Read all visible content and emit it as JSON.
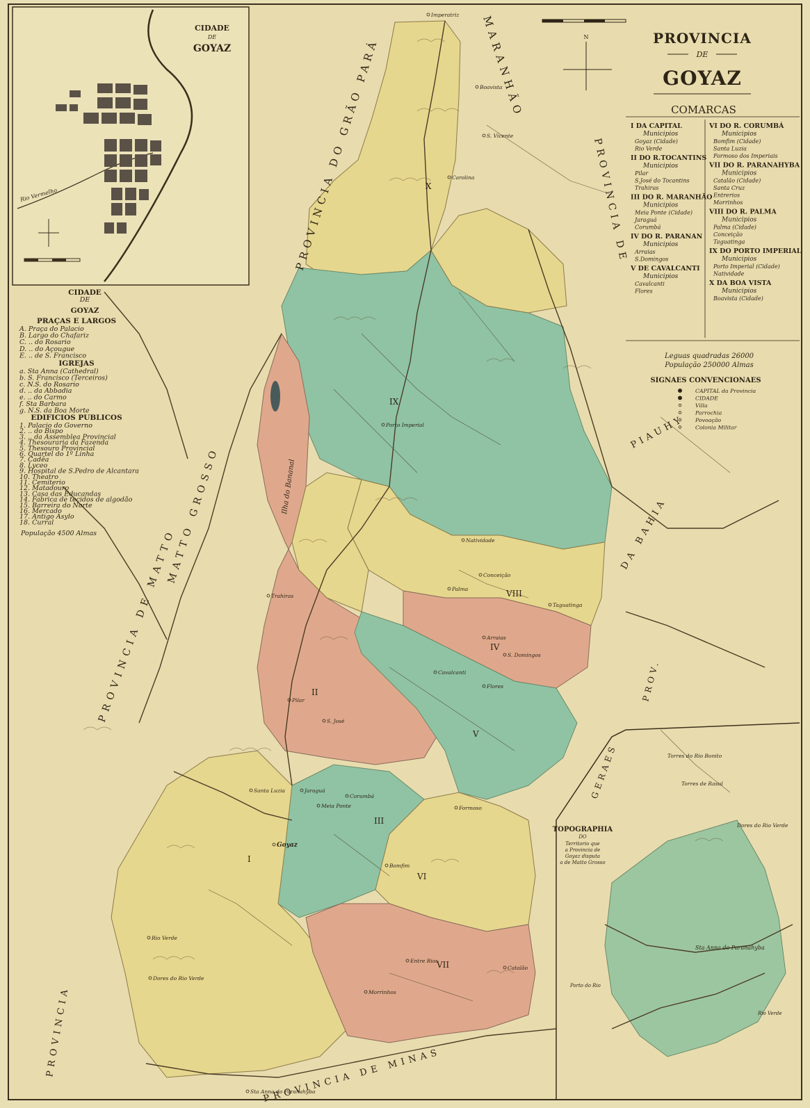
{
  "title": {
    "line1": "PROVINCIA",
    "line2": "DE",
    "line3": "GOYAZ"
  },
  "comarcas": {
    "heading": "COMARCAS",
    "left": [
      {
        "name": "I DA CAPITAL",
        "sub": "Municipios",
        "items": [
          "Goyaz (Cidade)",
          "Rio Verde"
        ]
      },
      {
        "name": "II DO R.TOCANTINS",
        "sub": "Municipios",
        "items": [
          "Pilar",
          "S.José do Tocantins",
          "Trahiras"
        ]
      },
      {
        "name": "III DO R. MARANHÃO",
        "sub": "Municipios",
        "items": [
          "Meia Ponte (Cidade)",
          "Jaraguá",
          "Corumbá"
        ]
      },
      {
        "name": "IV DO R. PARANAN",
        "sub": "Municipios",
        "items": [
          "Arraias",
          "S.Domingos"
        ]
      },
      {
        "name": "V DE CAVALCANTI",
        "sub": "Municipios",
        "items": [
          "Cavalcanti",
          "Flores"
        ]
      }
    ],
    "right": [
      {
        "name": "VI DO R. CORUMBÁ",
        "sub": "Municipios",
        "items": [
          "Bomfim (Cidade)",
          "Santa Luzia",
          "Formoso dos Imperiais"
        ]
      },
      {
        "name": "VII DO R. PARANAHYBA",
        "sub": "Municipios",
        "items": [
          "Catalão (Cidade)",
          "Santa Cruz",
          "Entrerios",
          "Morrinhos"
        ]
      },
      {
        "name": "VIII DO R. PALMA",
        "sub": "Municipios",
        "items": [
          "Palma (Cidade)",
          "Conceição",
          "Taguatinga"
        ]
      },
      {
        "name": "IX DO PORTO IMPERIAL",
        "sub": "Municipios",
        "items": [
          "Porto Imperial (Cidade)",
          "Natividade"
        ]
      },
      {
        "name": "X DA BOA VISTA",
        "sub": "Municipios",
        "items": [
          "Boavista (Cidade)"
        ]
      }
    ]
  },
  "stats": {
    "area": "Leguas quadradas 26000",
    "population": "População 250000 Almas"
  },
  "signs": {
    "heading": "SIGNAES CONVENCIONAES",
    "items": [
      "CAPITAL da Provincia",
      "CIDADE",
      "Villa",
      "Parrochia",
      "Povoação",
      "Colonia Militar"
    ]
  },
  "city_inset": {
    "title_top": "CIDADE",
    "title_mid": "DE",
    "title_bottom": "GOYAZ",
    "river_label": "Rio Vermelho"
  },
  "city_legend": {
    "title1": "CIDADE",
    "title2": "DE",
    "title3": "GOYAZ",
    "sec1": "PRAÇAS E LARGOS",
    "sec1_items": [
      "A. Praça do Palacio",
      "B. Largo do Chafariz",
      "C. .. do Rosario",
      "D. .. do Açougue",
      "E. .. de S. Francisco"
    ],
    "sec2": "IGREJAS",
    "sec2_items": [
      "a. Sta Anna (Cathedral)",
      "b. S. Francisco (Terceiros)",
      "c. N.S. do Rosario",
      "d. .. da Abbadia",
      "e. .. do Carmo",
      "f. Sta Barbara",
      "g. N.S. da Boa Morte"
    ],
    "sec3": "EDIFICIOS PUBLICOS",
    "sec3_items": [
      "1. Palacio do Governo",
      "2. .. do Bispo",
      "3. .. da Assemblea Provincial",
      "4. Thesouraria da Fazenda",
      "5. Thesouro Provincial",
      "6. Quartel do 1º Linha",
      "7. Cadêa",
      "8. Lyceo",
      "9. Hospital de S.Pedro de Alcantara",
      "10. Theatro",
      "11. Cemiterio",
      "12. Matadouro",
      "13. Casa das Educandas",
      "14. Fabrica de tecidos de algodão",
      "15. Barreira do Norte",
      "16. Mercado",
      "17. Antigo Asylo",
      "18. Curral"
    ],
    "population": "População 4500 Almas"
  },
  "topo_inset": {
    "title": "TOPOGRAPHIA",
    "sub1": "DO",
    "sub2": "Territorio que",
    "sub3": "a Provincia de",
    "sub4": "Goyaz disputa",
    "sub5": "a de Matto Grosso",
    "places": [
      "Torres do Rio Bonito",
      "Torres de Rasul",
      "Dores do Rio Verde",
      "Sta Anna do Paranahyba",
      "Porto do Rio",
      "Rio Verde"
    ]
  },
  "region_labels": [
    "PROVINCIA DO GRÃO PARÁ",
    "MARANHÃO",
    "PROVINCIA DE",
    "PIAUHY",
    "DA BAHIA",
    "PROV.",
    "GERAES",
    "PROVINCIA DE MINAS",
    "PROVINCIA DE MATTO",
    "MATTO GROSSO",
    "PROVINCIA"
  ],
  "comarca_numerals": [
    "I",
    "II",
    "III",
    "IV",
    "V",
    "VI",
    "VII",
    "VIII",
    "IX",
    "X"
  ],
  "places": [
    "Imperatriz",
    "Boavista",
    "S. Vicente",
    "Carolina",
    "Porto Imperial",
    "Natividade",
    "Conceição",
    "Palma",
    "Taguatinga",
    "Arraias",
    "S. Domingos",
    "Cavalcanti",
    "Flores",
    "Trahiras",
    "Pilar",
    "S. José",
    "Meia Ponte",
    "Jaraguá",
    "Corumbá",
    "Santa Luzia",
    "Bomfim",
    "Catalão",
    "Entre Rios",
    "Morrinhos",
    "Goyaz",
    "Rio Verde",
    "Dores do Rio Verde",
    "Sta Anna do Paranahyba",
    "Ilha do Bananal",
    "Formoso"
  ],
  "colors": {
    "paper": "#e9dfb5",
    "yellow": "#e6d78e",
    "green": "#8fc3a4",
    "pink": "#dfa88c",
    "ink": "#2e2416"
  }
}
